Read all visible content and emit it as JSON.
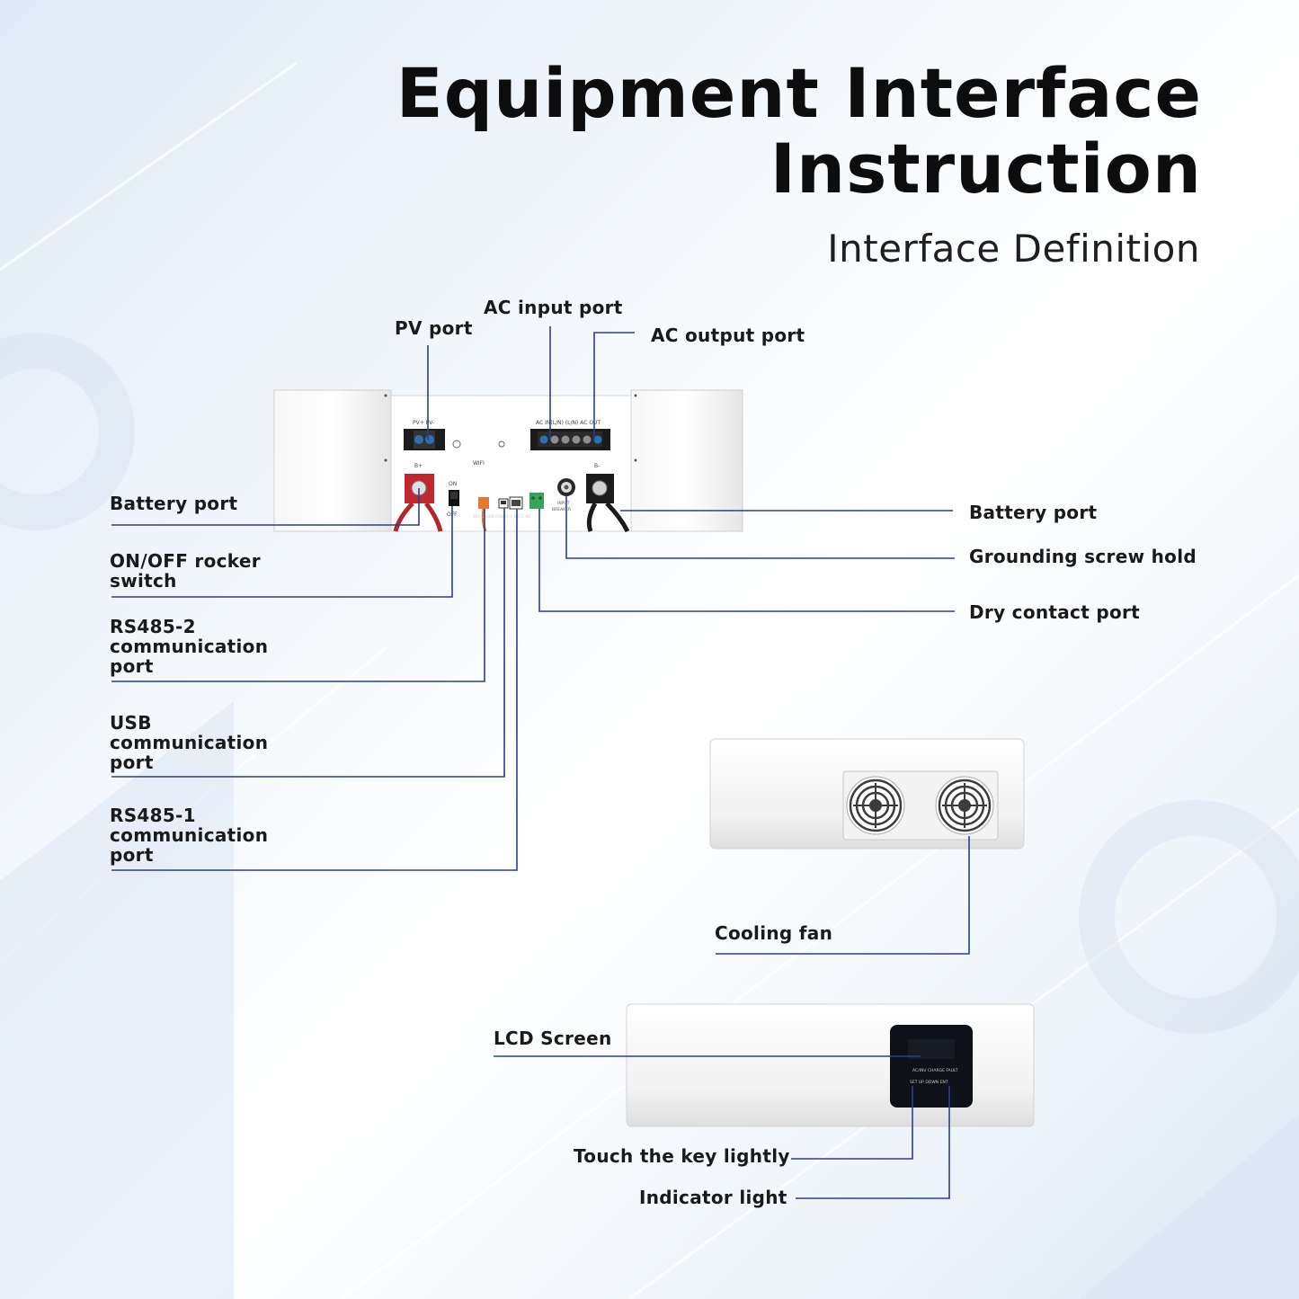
{
  "header": {
    "title_line1": "Equipment Interface",
    "title_line2": "Instruction",
    "subtitle": "Interface Definition"
  },
  "front_panel": {
    "pv_silk": "PV+  PV-",
    "ac_silk": "AC  IN(L/N)       (L/N)  AC OUT",
    "wifi_silk": "WIFI",
    "bplus_silk": "B+",
    "bminus_silk": "B-",
    "on_silk": "ON",
    "off_silk": "OFF",
    "breaker_silk_1": "INPUT",
    "breaker_silk_2": "BREAKER"
  },
  "callouts": {
    "pv_port": "PV port",
    "ac_input_port": "AC input port",
    "ac_output_port": "AC output port",
    "battery_port_left": "Battery port",
    "battery_port_right": "Battery port",
    "on_off_switch": "ON/OFF rocker\nswitch",
    "rs485_2": "RS485-2\ncommunication\nport",
    "usb": "USB\ncommunication\nport",
    "rs485_1": "RS485-1\ncommunication\nport",
    "grounding": "Grounding screw hold",
    "dry_contact": "Dry contact port",
    "cooling_fan": "Cooling fan",
    "lcd_screen": "LCD Screen",
    "touch_key": "Touch the key lightly",
    "indicator": "Indicator light"
  },
  "lcd_panel": {
    "led_labels": "AC/INV  CHARGE  FAULT",
    "key_labels": "SET    UP    DOWN    ENT"
  },
  "colors": {
    "leader_line": "#2b3f8f",
    "terminal_red": "#c0282d",
    "terminal_black": "#1b1b1b",
    "rs485_orange": "#e7792a",
    "dry_contact_green": "#3aa35a",
    "screen": "#0e1118"
  }
}
